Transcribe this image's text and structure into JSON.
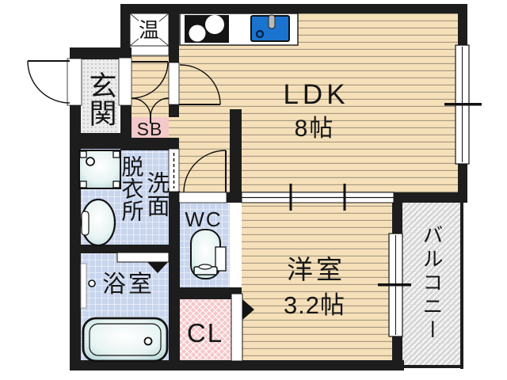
{
  "floorplan": {
    "type": "apartment-floor-plan",
    "rooms": {
      "ldk": {
        "label": "LDK",
        "size": "8帖"
      },
      "bedroom": {
        "label": "洋室",
        "size": "3.2帖"
      },
      "balcony": {
        "label": "バルコニー"
      },
      "entrance": {
        "label": "玄関"
      },
      "water_heater": {
        "label": "温"
      },
      "shoe_box": {
        "label": "SB"
      },
      "washroom": {
        "labels": [
          "洗面",
          "脱衣所"
        ]
      },
      "bath": {
        "label": "浴室"
      },
      "wc": {
        "label": "WC"
      },
      "closet": {
        "label": "CL"
      }
    },
    "colors": {
      "wall": "#1d1d1d",
      "wood_floor": "#f5e0b9",
      "wood_stripe": "#ab9a82",
      "tile_blue": "#c8d5ed",
      "tile_grid": "#ffffff",
      "closet_pink": "#f5c7ca",
      "balcony_gray": "#d8d8d8",
      "entrance_gray": "#ececec",
      "sink_blue": "#1a73cf",
      "fixture_teal": "#c9e4e3"
    }
  }
}
